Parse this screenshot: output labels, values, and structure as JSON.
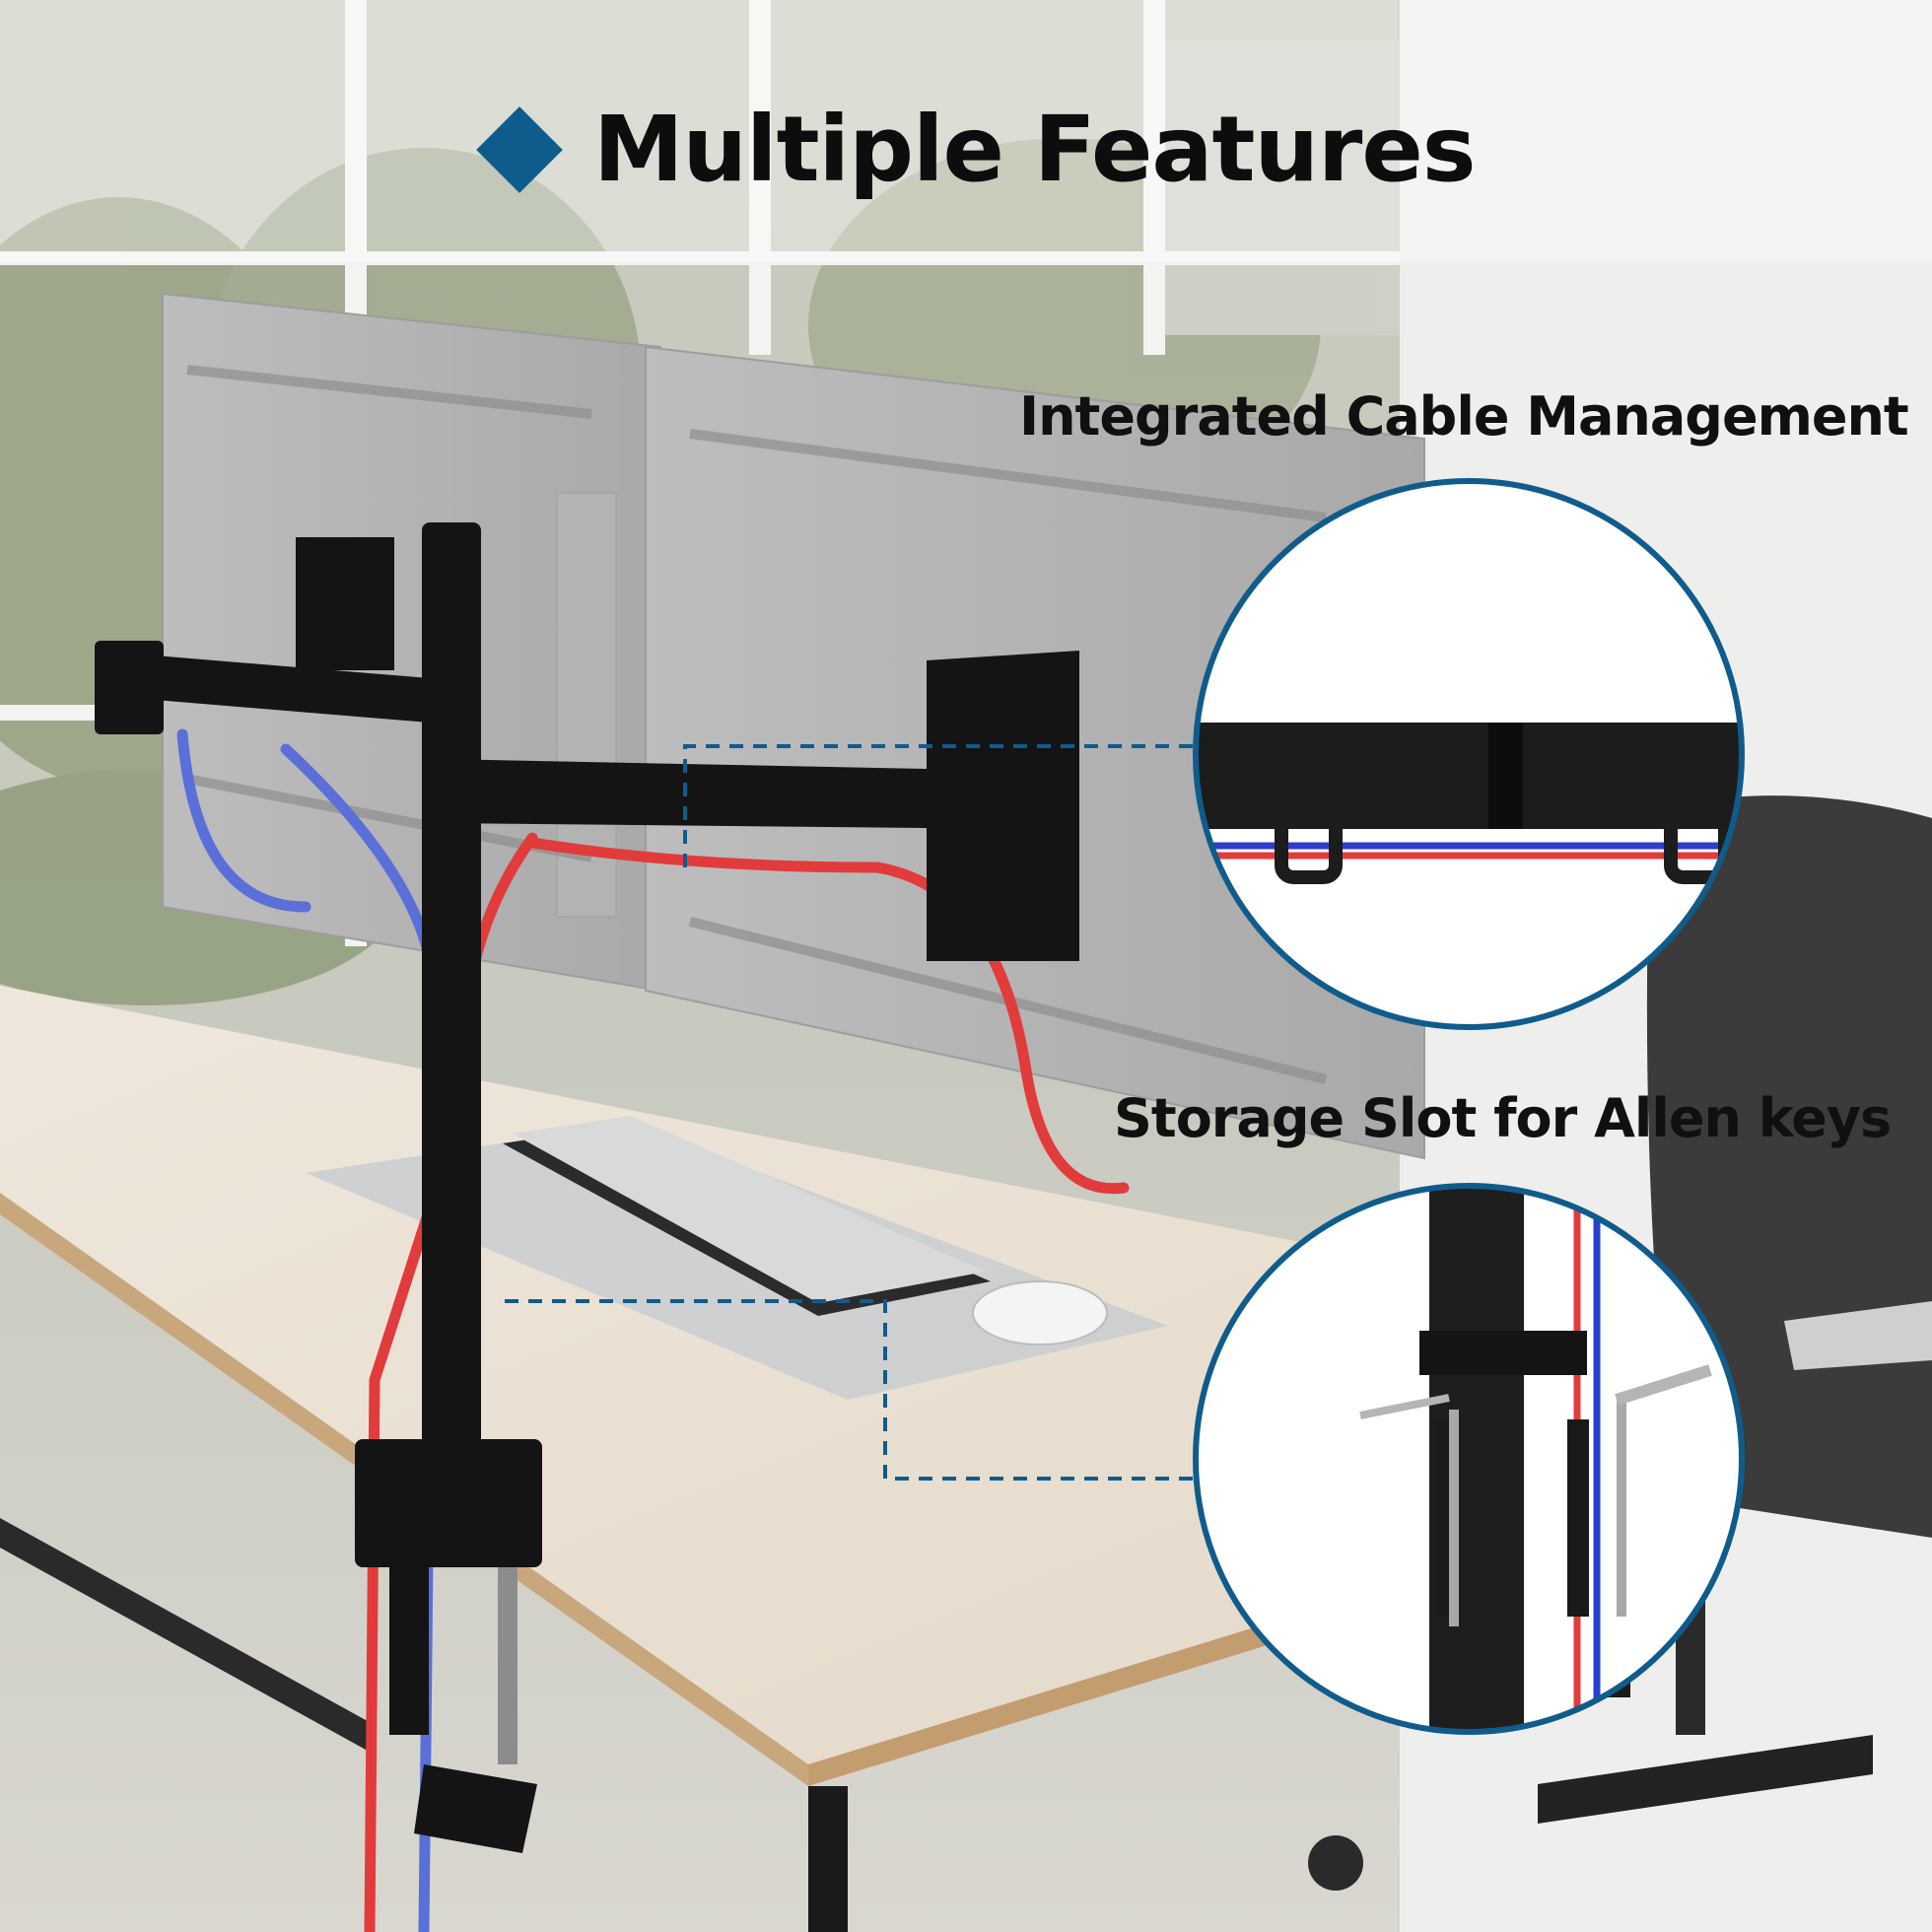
{
  "header": {
    "title": "Multiple Features",
    "accent_color": "#0f5c8c",
    "bullet_icon": "diamond-icon"
  },
  "features": [
    {
      "label": "Integrated Cable Management"
    },
    {
      "label": "Storage Slot for Allen keys"
    }
  ],
  "colors": {
    "callout_ring": "#0f5c8c",
    "cable_red": "#e23b3b",
    "cable_blue": "#5a6fd8",
    "mount_black": "#141414"
  }
}
